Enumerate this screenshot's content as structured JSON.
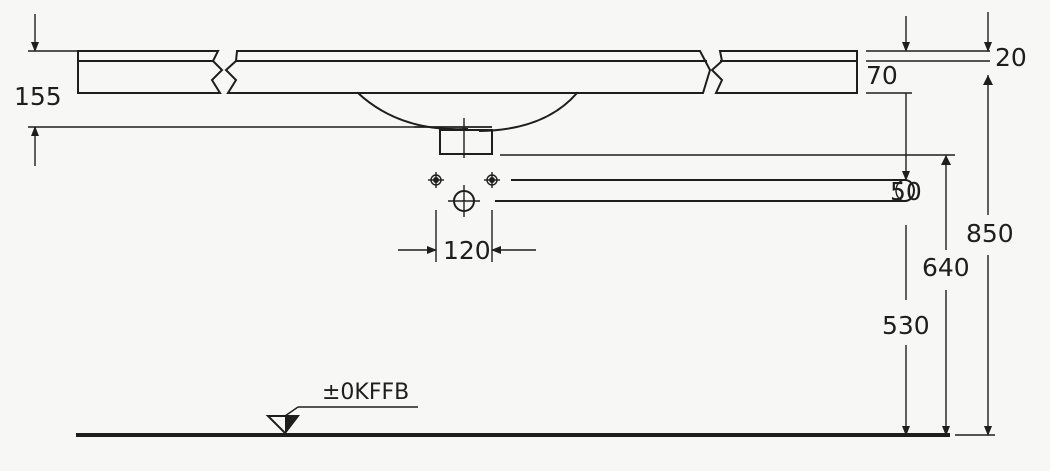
{
  "dimensions": {
    "basin_height": "155",
    "top_thickness": "20",
    "counter_thickness": "70",
    "pipe_size": "50",
    "hole_spacing": "120",
    "waste_height": "640",
    "supply_height": "530",
    "overall_height": "850"
  },
  "floor_level_label": "±0KFFB"
}
